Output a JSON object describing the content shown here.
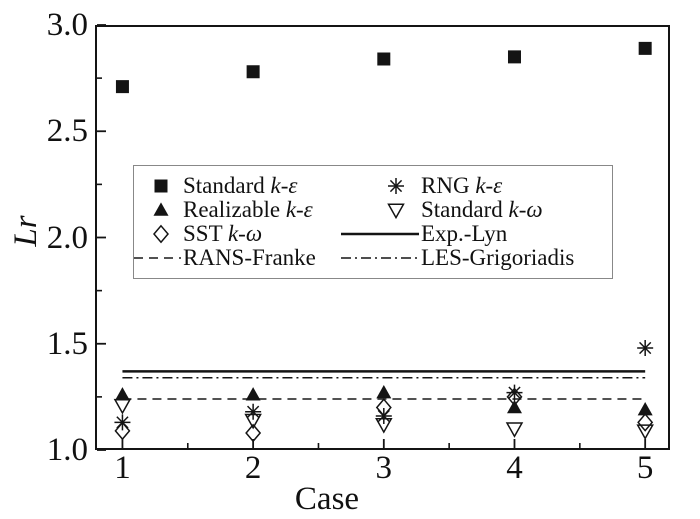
{
  "figure": {
    "background": "#ffffff",
    "ink_color": "#141414",
    "dashed_line_color": "#3a3a3a",
    "legend_border_color": "#888888"
  },
  "chart_data": {
    "type": "scatter",
    "title": "",
    "xlabel": "Case",
    "ylabel": "Lr",
    "xlim": [
      0.79,
      5.19
    ],
    "ylim": [
      1.0,
      3.0
    ],
    "grid": false,
    "x_axis": {
      "ticks": [
        {
          "v": 1,
          "label": "1"
        },
        {
          "v": 2,
          "label": "2"
        },
        {
          "v": 3,
          "label": "3"
        },
        {
          "v": 4,
          "label": "4"
        },
        {
          "v": 5,
          "label": "5"
        }
      ],
      "minor_ticks": [
        1.5,
        2.5,
        3.5,
        4.5
      ]
    },
    "y_axis": {
      "ticks": [
        {
          "v": 3.0,
          "label": "3.0"
        },
        {
          "v": 2.5,
          "label": "2.5"
        },
        {
          "v": 2.0,
          "label": "2.0"
        },
        {
          "v": 1.5,
          "label": "1.5"
        },
        {
          "v": 1.0,
          "label": "1.0"
        }
      ],
      "minor_ticks": [
        1.25,
        1.75,
        2.25,
        2.75
      ]
    },
    "x": [
      1,
      2,
      3,
      4,
      5
    ],
    "series": [
      {
        "name": "Standard k-ε",
        "marker": "square-filled",
        "values": [
          2.71,
          2.78,
          2.84,
          2.85,
          2.89
        ]
      },
      {
        "name": "RNG k-ε",
        "marker": "asterisk",
        "values": [
          1.13,
          1.18,
          1.16,
          1.27,
          1.48
        ]
      },
      {
        "name": "Realizable k-ε",
        "marker": "triangle-up-filled",
        "values": [
          1.26,
          1.26,
          1.27,
          1.2,
          1.19
        ]
      },
      {
        "name": "Standard k-ω",
        "marker": "triangle-down-open",
        "values": [
          1.21,
          1.14,
          1.12,
          1.1,
          1.09
        ]
      },
      {
        "name": "SST k-ω",
        "marker": "diamond-open",
        "values": [
          1.09,
          1.08,
          1.2,
          1.25,
          1.13
        ]
      }
    ],
    "reference_lines": [
      {
        "name": "Exp.-Lyn",
        "style": "solid",
        "value": 1.37
      },
      {
        "name": "LES-Grigoriadis",
        "style": "dashdot",
        "value": 1.34
      },
      {
        "name": "RANS-Franke",
        "style": "dashed",
        "value": 1.24
      }
    ],
    "legend": {
      "position": "upper-left-of-center",
      "items": [
        {
          "marker": "square-filled",
          "prefix": "Standard ",
          "italic": "k-ε"
        },
        {
          "marker": "asterisk",
          "prefix": "RNG ",
          "italic": "k-ε"
        },
        {
          "marker": "triangle-up-filled",
          "prefix": "Realizable ",
          "italic": "k-ε"
        },
        {
          "marker": "triangle-down-open",
          "prefix": "Standard ",
          "italic": "k-ω"
        },
        {
          "marker": "diamond-open",
          "prefix": "SST ",
          "italic": "k-ω"
        },
        {
          "marker": "solid-line",
          "prefix": "Exp.-Lyn",
          "italic": ""
        },
        {
          "marker": "dashed-line",
          "prefix": "RANS-Franke",
          "italic": ""
        },
        {
          "marker": "dashdot-line",
          "prefix": "LES-Grigoriadis",
          "italic": ""
        }
      ]
    }
  }
}
